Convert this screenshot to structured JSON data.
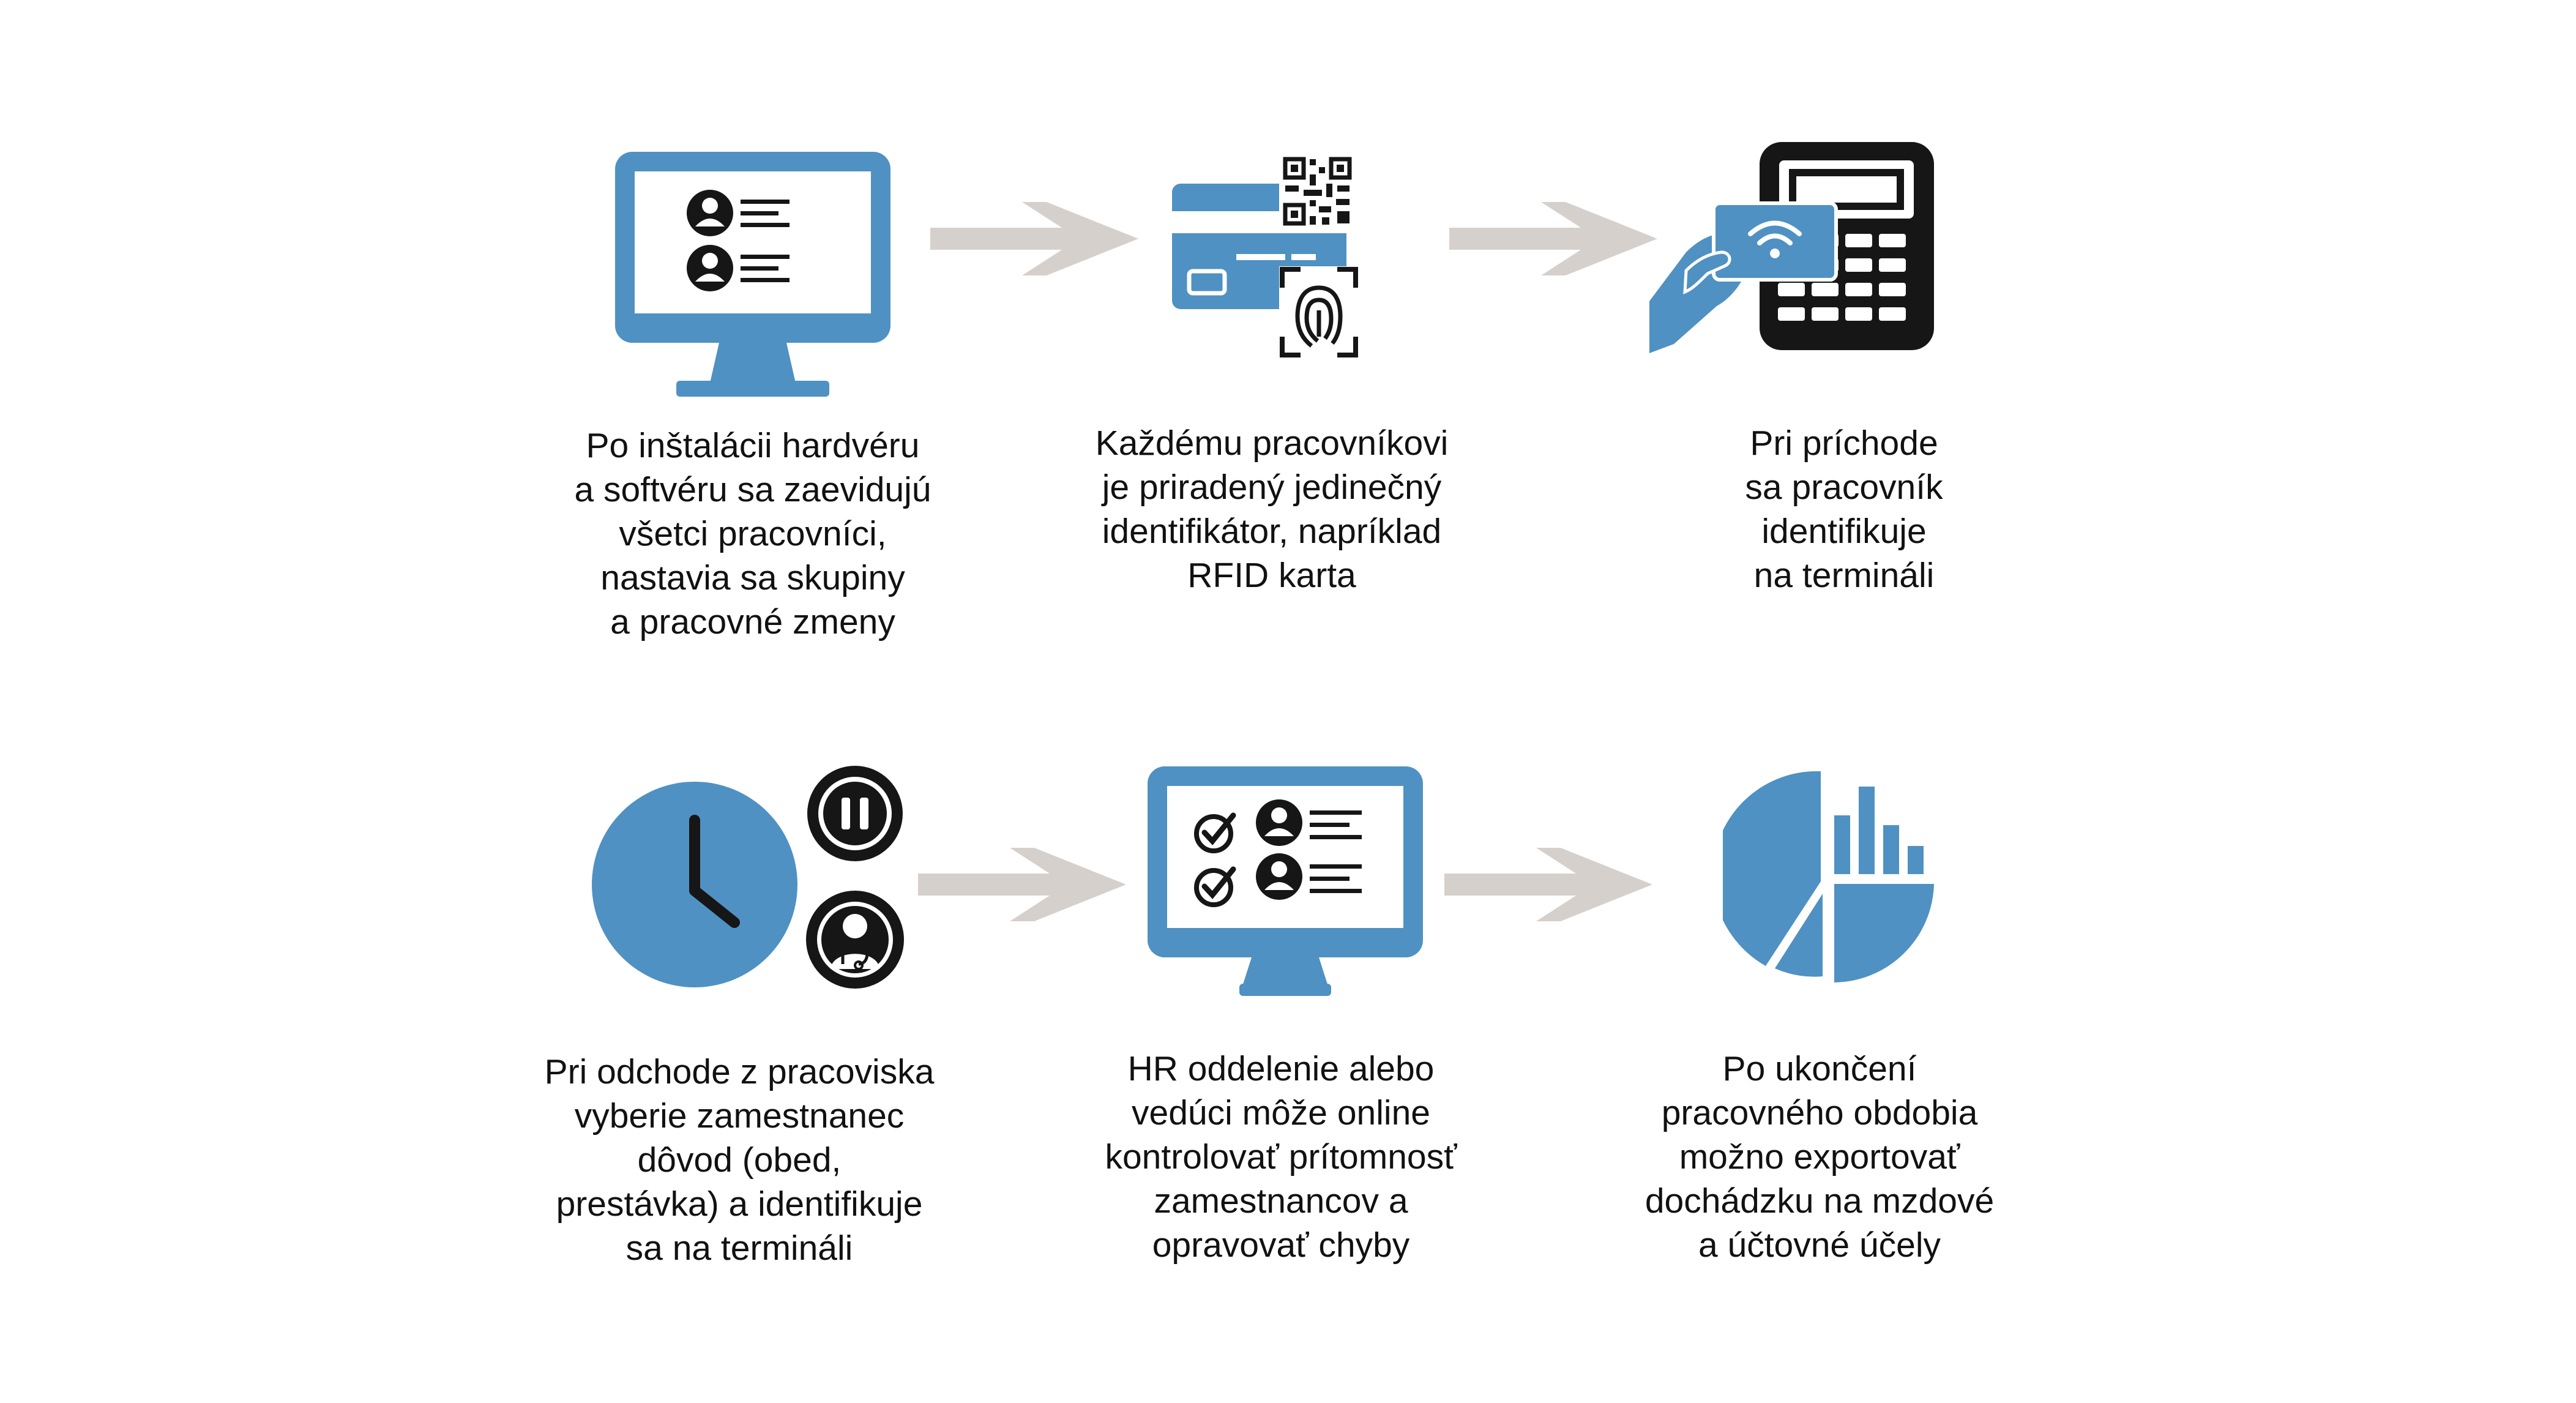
{
  "colors": {
    "blue": "#4f91c2",
    "black": "#161616",
    "arrow_gray": "#d6d0cc",
    "text": "#111111"
  },
  "steps": [
    {
      "icon": "monitor-users-icon",
      "lines": [
        "Po inštalácii hardvéru",
        "a softvéru sa zaevidujú",
        "všetci pracovníci,",
        "nastavia sa skupiny",
        "a pracovné zmeny"
      ]
    },
    {
      "icon": "id-card-qr-fingerprint-icon",
      "lines": [
        "Každému pracovníkovi",
        "je priradený jedinečný",
        "identifikátor, napríklad",
        "RFID karta"
      ]
    },
    {
      "icon": "terminal-rfid-tap-icon",
      "lines": [
        "Pri príchode",
        "sa pracovník",
        "identifikuje",
        "na termináli"
      ]
    },
    {
      "icon": "clock-pause-doctor-icon",
      "lines": [
        "Pri odchode z pracoviska",
        "vyberie zamestnanec",
        "dôvod (obed,",
        "prestávka) a identifikuje",
        "sa na termináli"
      ]
    },
    {
      "icon": "monitor-checklist-icon",
      "lines": [
        "HR oddelenie alebo",
        "vedúci môže online",
        "kontrolovať prítomnosť",
        "zamestnancov a",
        "opravovať chyby"
      ]
    },
    {
      "icon": "pie-bar-chart-icon",
      "lines": [
        "Po ukončení",
        "pracovného obdobia",
        "možno exportovať",
        "dochádzku na mzdové",
        "a účtovné účely"
      ]
    }
  ],
  "arrows": [
    "arrow-right-icon",
    "arrow-right-icon",
    "arrow-right-icon",
    "arrow-right-icon"
  ]
}
